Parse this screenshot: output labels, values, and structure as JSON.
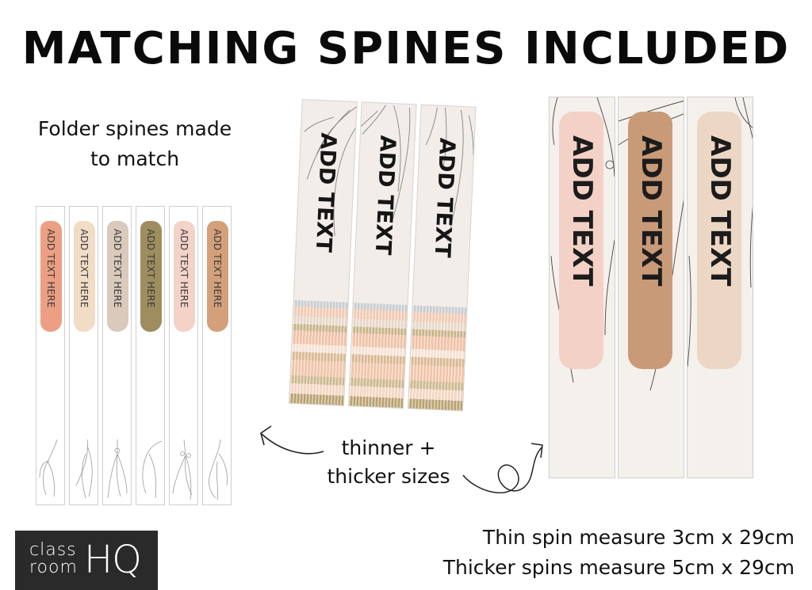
{
  "title": "MATCHING SPINES INCLUDED",
  "left_caption": {
    "line1": "Folder spines made",
    "line2": "to match"
  },
  "small_spines": [
    {
      "label": "ADD TEXT HERE",
      "color": "#ec9f82"
    },
    {
      "label": "ADD TEXT HERE",
      "color": "#f1dcc6"
    },
    {
      "label": "ADD TEXT HERE",
      "color": "#d9cabc"
    },
    {
      "label": "ADD TEXT HERE",
      "color": "#9e8d5f"
    },
    {
      "label": "ADD TEXT HERE",
      "color": "#f3d3c8"
    },
    {
      "label": "ADD TEXT HERE",
      "color": "#d4a07a"
    }
  ],
  "mid_spines": [
    {
      "label": "ADD TEXT"
    },
    {
      "label": "ADD TEXT"
    },
    {
      "label": "ADD TEXT"
    }
  ],
  "big_spines": [
    {
      "label": "ADD TEXT",
      "color": "#f3d1c6"
    },
    {
      "label": "ADD TEXT",
      "color": "#c99a78"
    },
    {
      "label": "ADD TEXT",
      "color": "#ecd7c4"
    }
  ],
  "middle_caption": {
    "line1": "thinner +",
    "line2": "thicker sizes"
  },
  "logo": {
    "word1": "class",
    "word2": "room",
    "word3": "HQ"
  },
  "sizes": {
    "thin": "Thin spin measure 3cm x 29cm",
    "thick": "Thicker spins measure 5cm x 29cm"
  }
}
